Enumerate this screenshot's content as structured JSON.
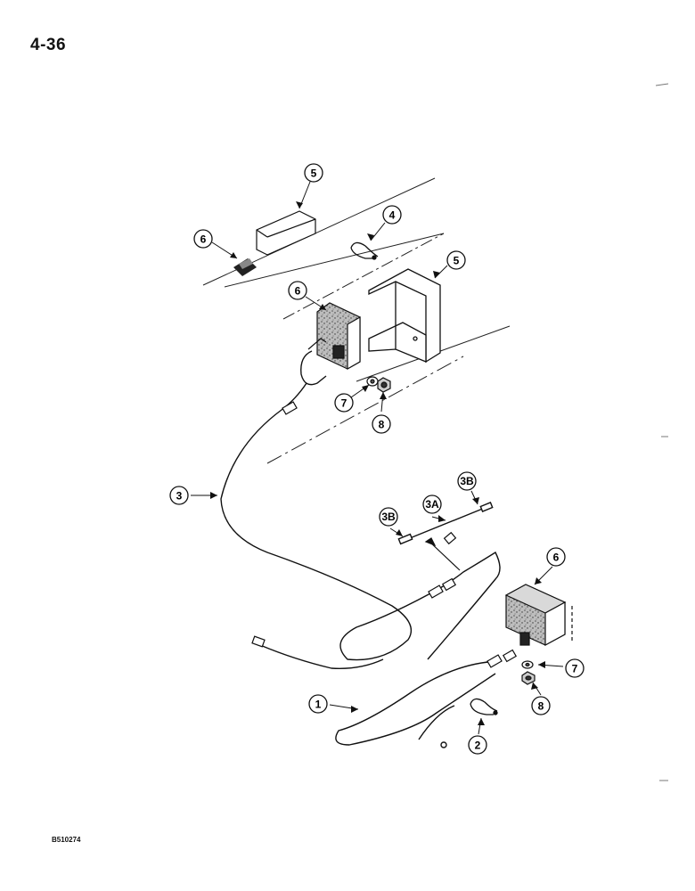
{
  "page": {
    "number": "4-36",
    "figure_code": "B510274"
  },
  "callouts": [
    {
      "id": "c5-top",
      "label": "5"
    },
    {
      "id": "c4",
      "label": "4"
    },
    {
      "id": "c6-top",
      "label": "6"
    },
    {
      "id": "c5-mid",
      "label": "5"
    },
    {
      "id": "c6-mid",
      "label": "6"
    },
    {
      "id": "c7-top",
      "label": "7"
    },
    {
      "id": "c8-top",
      "label": "8"
    },
    {
      "id": "c3",
      "label": "3"
    },
    {
      "id": "c3b-right",
      "label": "3B"
    },
    {
      "id": "c3a",
      "label": "3A"
    },
    {
      "id": "c3b-left",
      "label": "3B"
    },
    {
      "id": "c6-low",
      "label": "6"
    },
    {
      "id": "c7-low",
      "label": "7"
    },
    {
      "id": "c8-low",
      "label": "8"
    },
    {
      "id": "c1",
      "label": "1"
    },
    {
      "id": "c2",
      "label": "2"
    }
  ]
}
